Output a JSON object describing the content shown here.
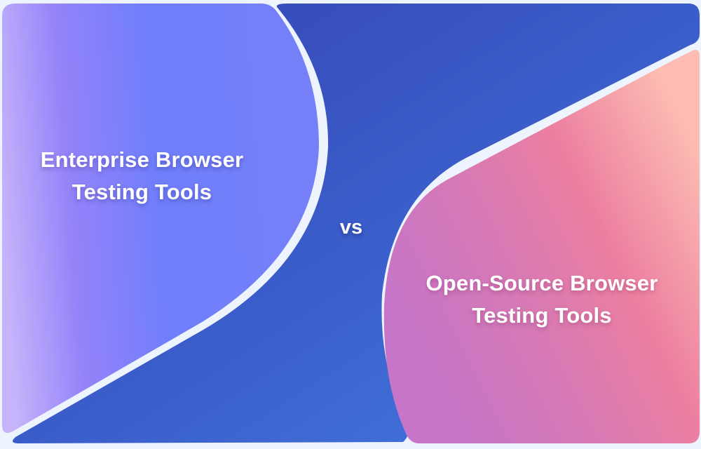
{
  "left_panel": {
    "line1": "Enterprise Browser",
    "line2": "Testing Tools"
  },
  "separator": {
    "text": "vs"
  },
  "right_panel": {
    "line1": "Open-Source Browser",
    "line2": "Testing Tools"
  },
  "colors": {
    "background": "#eef4fe",
    "left_gradient": [
      "#c4b1fb",
      "#9381f9",
      "#6e7dfb",
      "#7580f9"
    ],
    "middle_gradient": [
      "#3444b2",
      "#3c62cd",
      "#4179de"
    ],
    "right_gradient": [
      "#c677c9",
      "#ea7ea0",
      "#fdbcb1"
    ]
  }
}
